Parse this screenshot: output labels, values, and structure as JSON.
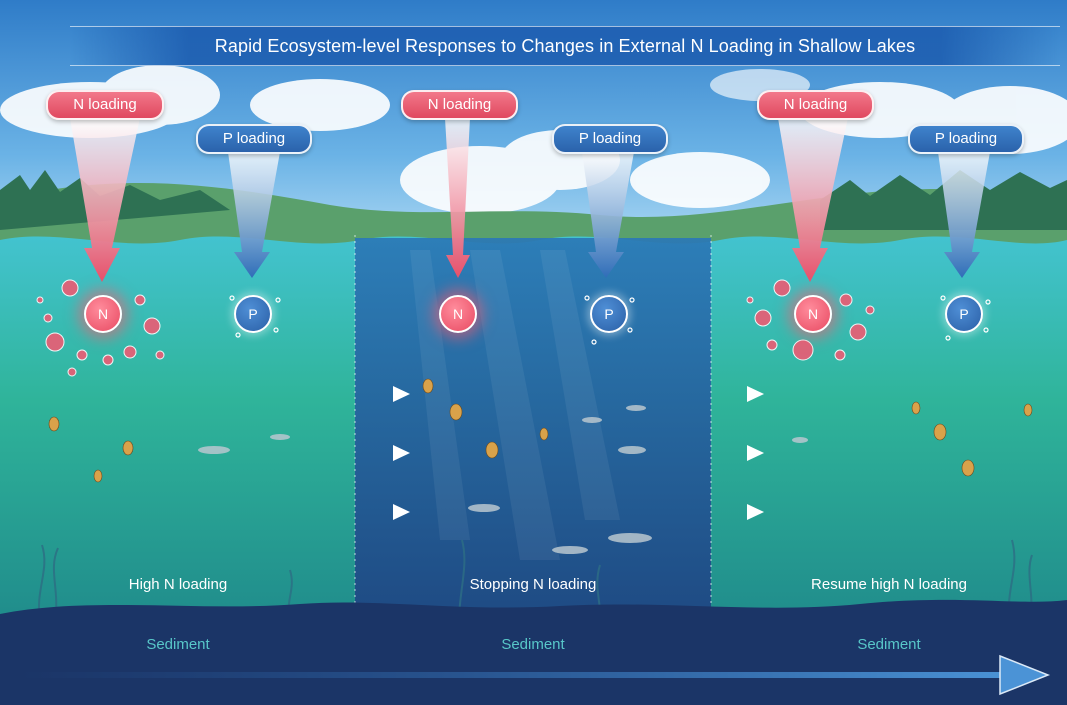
{
  "title": "Rapid Ecosystem-level Responses to Changes in External N Loading in Shallow Lakes",
  "colors": {
    "n_loading": "#e8506a",
    "p_loading": "#2f6db8",
    "water_top": "#3db6c7",
    "water_deep": "#1e8a8e",
    "stopped_panel": "#1f4f8e",
    "sediment": "#1b3567",
    "sky": "#5aa6e0"
  },
  "labels": {
    "n_loading": "N loading",
    "p_loading": "P loading",
    "n_symbol": "N",
    "p_symbol": "P",
    "sediment": "Sediment"
  },
  "panels": [
    {
      "label": "High N loading",
      "n_level": "high"
    },
    {
      "label": "Stopping N loading",
      "n_level": "low"
    },
    {
      "label": "Resume high N loading",
      "n_level": "high"
    }
  ]
}
